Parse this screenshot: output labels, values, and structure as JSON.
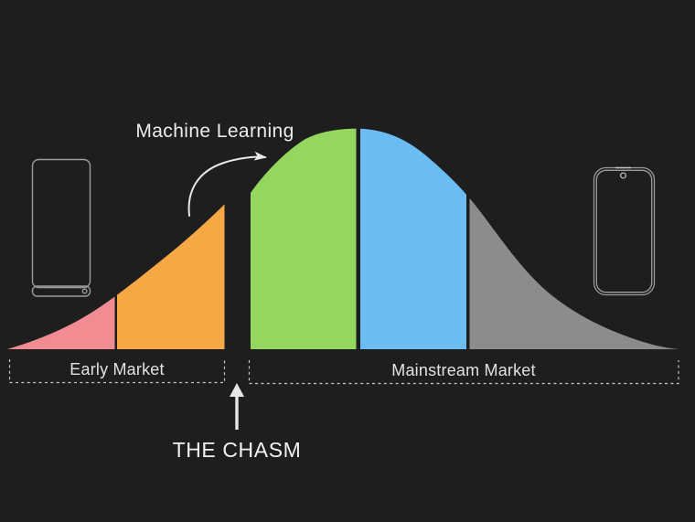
{
  "diagram": {
    "title_label": "Machine Learning",
    "chasm_label": "THE CHASM",
    "early_market_label": "Early Market",
    "mainstream_market_label": "Mainstream Market"
  },
  "colors": {
    "background": "#1E1E1E",
    "text": "#EAEAEA",
    "phone_outline": "#9C9C9C",
    "dashed_bracket": "#C8C8C8",
    "arrow": "#E8E8E8"
  },
  "bell_curve": {
    "segments": [
      {
        "name": "innovators-segment",
        "color": "#F08C92"
      },
      {
        "name": "early-adopters-segment",
        "color": "#F5A843"
      },
      {
        "name": "early-majority-segment",
        "color": "#93D75F"
      },
      {
        "name": "late-majority-segment",
        "color": "#6BBCF2"
      },
      {
        "name": "laggards-segment",
        "color": "#8C8C8C"
      }
    ]
  }
}
